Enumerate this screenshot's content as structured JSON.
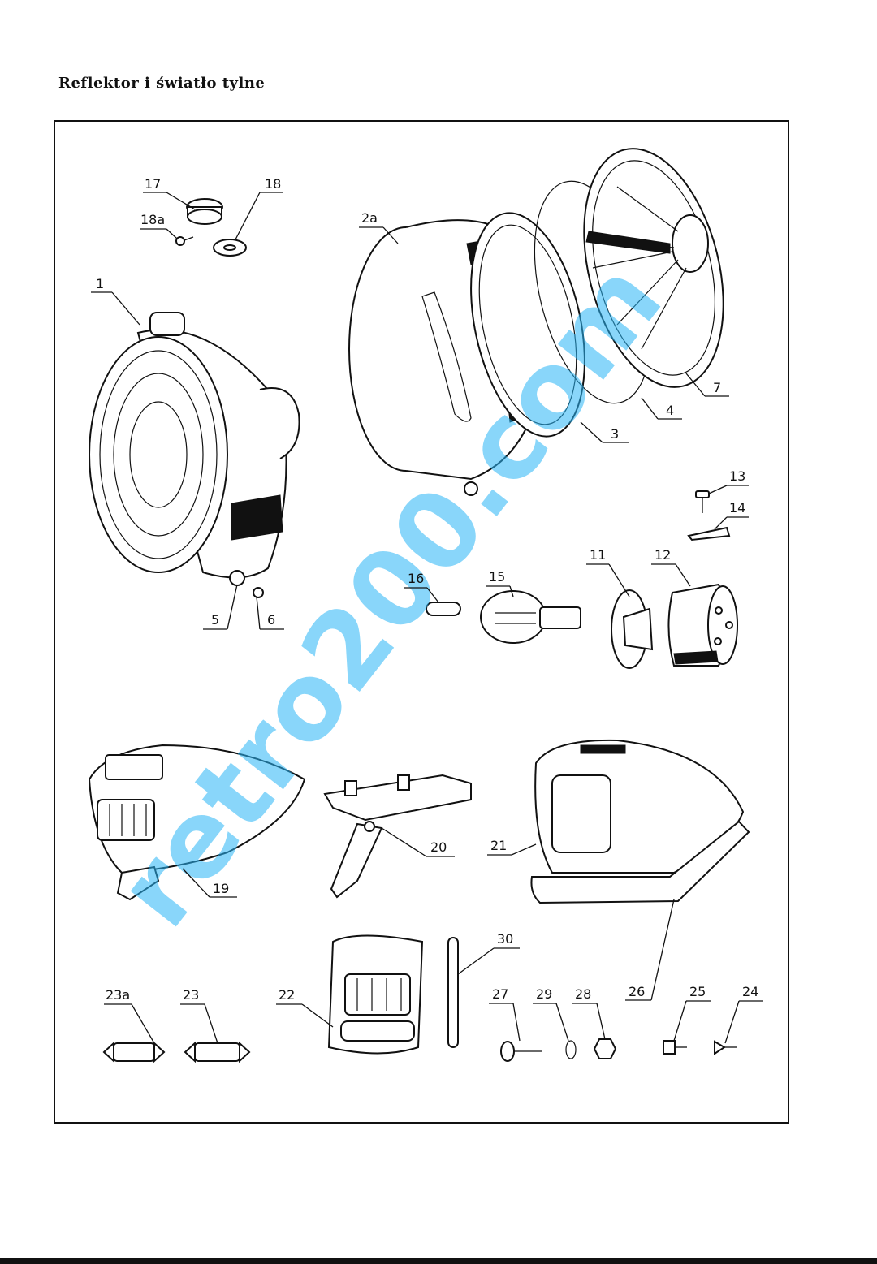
{
  "title": "Reflektor i światło tylne",
  "watermark": "retro200.com",
  "labels": {
    "p1": "1",
    "p2a": "2a",
    "p3": "3",
    "p4": "4",
    "p5": "5",
    "p6": "6",
    "p7": "7",
    "p11": "11",
    "p12": "12",
    "p13": "13",
    "p14": "14",
    "p15": "15",
    "p16": "16",
    "p17": "17",
    "p18": "18",
    "p18a": "18a",
    "p19": "19",
    "p20": "20",
    "p21": "21",
    "p22": "22",
    "p23": "23",
    "p23a": "23a",
    "p24": "24",
    "p25": "25",
    "p26": "26",
    "p27": "27",
    "p28": "28",
    "p29": "29",
    "p30": "30"
  }
}
